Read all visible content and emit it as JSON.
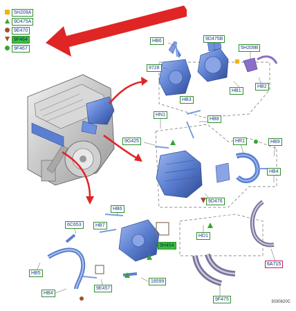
{
  "legend": [
    {
      "symbol": "square",
      "color": "#f0b400",
      "label": "5H209A"
    },
    {
      "symbol": "triangle",
      "color": "#2fa82f",
      "label": "9D475A"
    },
    {
      "symbol": "circle",
      "color": "#a0522d",
      "label": "9E470"
    },
    {
      "symbol": "triangle-down",
      "color": "#a0522d",
      "label": "9F464"
    },
    {
      "symbol": "circle",
      "color": "#2fa82f",
      "label": "9F467"
    }
  ],
  "callouts": {
    "hb6_top": "HB6",
    "p9d475b": "9D475B",
    "p5h209b": "5H209B",
    "p9728": "9728",
    "hb1": "HB1",
    "hb2": "HB2",
    "hb3": "HB3",
    "hn1": "HN1",
    "hb8": "HB8",
    "p9g425": "9G425",
    "hr1": "HR1",
    "hb9": "HB9",
    "hb4": "HB4",
    "p9d476": "9D476",
    "hd1": "HD1",
    "p6a715": "6A715",
    "p9f475": "9F475",
    "hb6_bottom": "HB6",
    "p6c653": "6C653",
    "hb7": "HB7",
    "p9h454": "9H454",
    "hb5": "HB5",
    "hb4_bottom": "HB4",
    "p9e457": "9E457",
    "p18599": "18599"
  },
  "diagram_code": "3030820C",
  "colors": {
    "part": "#5b7fd0",
    "part_dark": "#34509a",
    "arrow": "#e02525",
    "label_border": "#2e8b2e",
    "label_text": "#1a3a8a",
    "highlight": "#3bbf3b"
  }
}
